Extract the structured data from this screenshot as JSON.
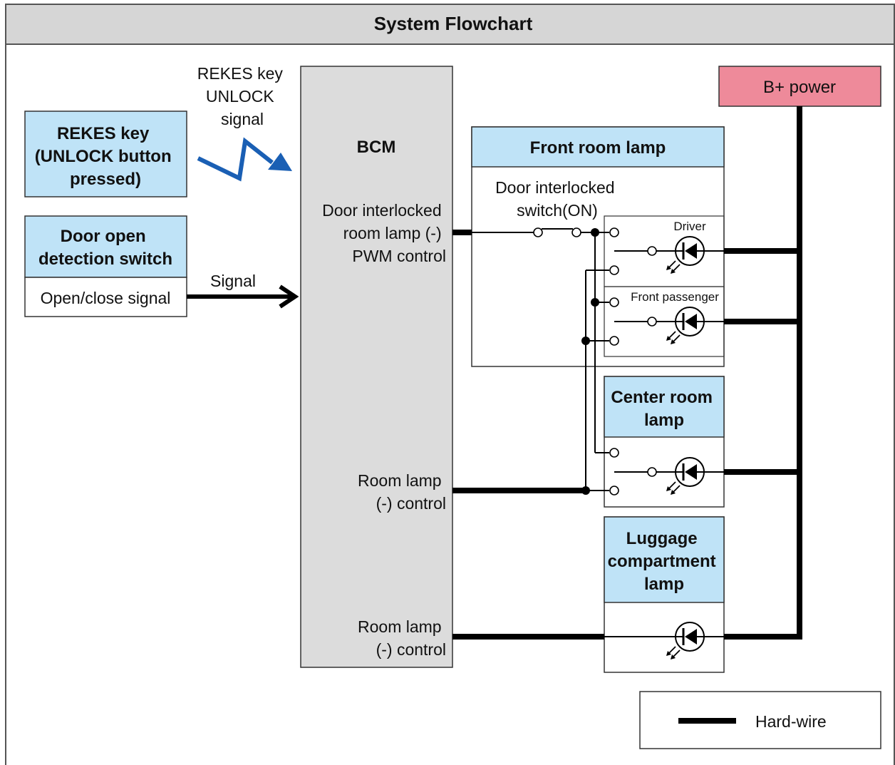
{
  "title": "System Flowchart",
  "colors": {
    "header_bg": "#d6d6d6",
    "input_box": "#bfe3f7",
    "lamp_header": "#bfe3f7",
    "bcm_box": "#dcdcdc",
    "power_box": "#ee8a9a",
    "radio_signal": "#1a5fb4",
    "wire": "#000000"
  },
  "rekes_box": {
    "lines": [
      "REKES key",
      "(UNLOCK button",
      "pressed)"
    ]
  },
  "rekes_signal_label": {
    "lines": [
      "REKES key",
      "UNLOCK",
      "signal"
    ]
  },
  "door_switch_box": {
    "title_lines": [
      "Door open",
      "detection switch"
    ],
    "output": "Open/close signal"
  },
  "signal_label": "Signal",
  "bcm": {
    "title": "BCM",
    "pwm_lines": [
      "Door interlocked",
      "room lamp (-)",
      "PWM control"
    ],
    "room_lamp_control_1": [
      "Room lamp",
      "(-) control"
    ],
    "room_lamp_control_2": [
      "Room lamp",
      "(-) control"
    ]
  },
  "front_room_lamp": {
    "title": "Front room lamp",
    "switch_lines": [
      "Door interlocked",
      "switch(ON)"
    ],
    "driver_label": "Driver",
    "passenger_label": "Front passenger"
  },
  "center_room_lamp": {
    "title_lines": [
      "Center room",
      "lamp"
    ]
  },
  "luggage_lamp": {
    "title_lines": [
      "Luggage",
      "compartment",
      "lamp"
    ]
  },
  "power": {
    "label": "B+ power"
  },
  "legend": {
    "hard_wire": "Hard-wire"
  },
  "icons": [
    "radio-signal-icon",
    "arrow-right-icon",
    "led-lamp-icon"
  ]
}
